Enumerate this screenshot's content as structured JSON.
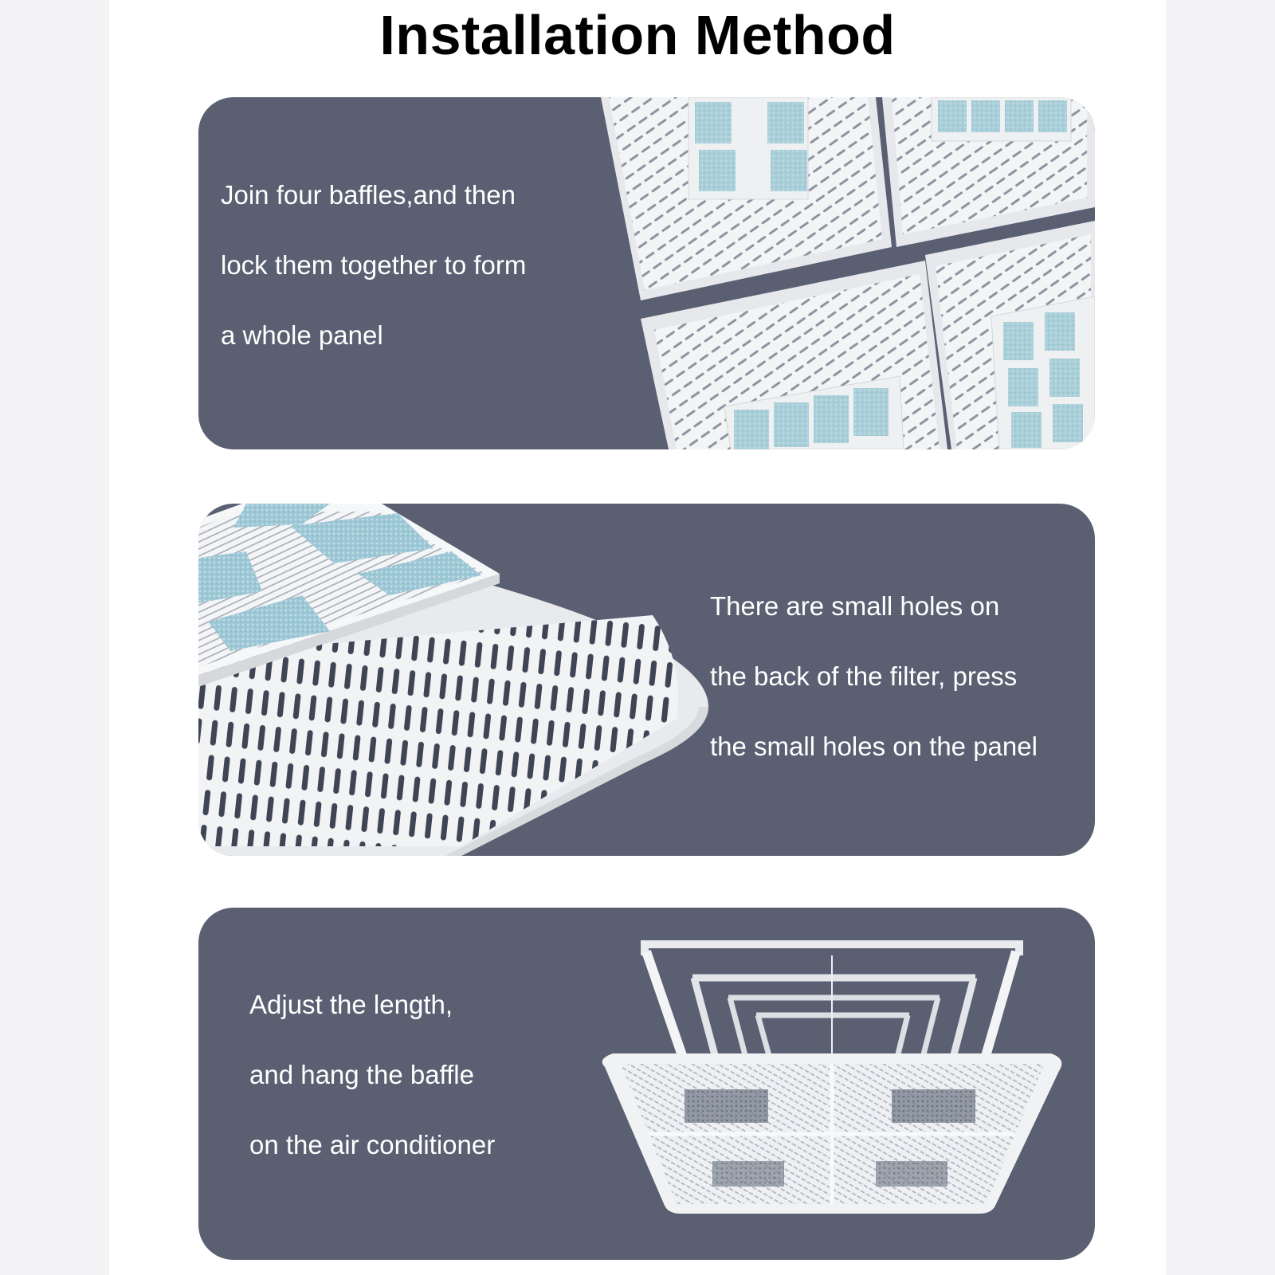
{
  "title": "Installation Method",
  "steps": [
    {
      "lines": [
        "Join four baffles,and then",
        "lock them together to form",
        "a whole panel"
      ]
    },
    {
      "lines": [
        "There are small holes on",
        "the back of the filter, press",
        "the small holes on the panel"
      ]
    },
    {
      "lines": [
        "Adjust the length,",
        "and hang the baffle",
        "on the air conditioner"
      ]
    }
  ],
  "colors": {
    "card": "#5a6072",
    "panel": "#f2f3f5",
    "filter": "#a9cfd9",
    "text": "#ffffff"
  }
}
